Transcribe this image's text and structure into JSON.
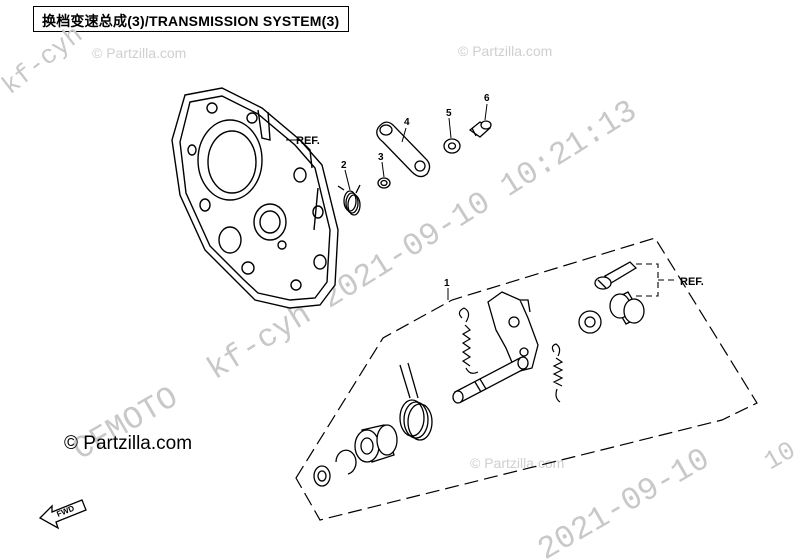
{
  "title": "换档变速总成(3)/TRANSMISSION  SYSTEM(3)",
  "copyright": "© Partzilla.com",
  "ref_label": "REF.",
  "part_numbers": [
    "1",
    "2",
    "3",
    "4",
    "5",
    "6"
  ],
  "fwd_label": "FWD",
  "watermarks": {
    "diag_a": "kf-cyh",
    "diag_b": "kf-cyh  2021-09-10  10:21:13",
    "diag_c": "CFMOTO",
    "diag_d": "2021-09-10",
    "corner": "10",
    "partzilla_small": "© Partzilla.com"
  },
  "colors": {
    "line": "#000000",
    "watermark": "#c8c8c8"
  }
}
